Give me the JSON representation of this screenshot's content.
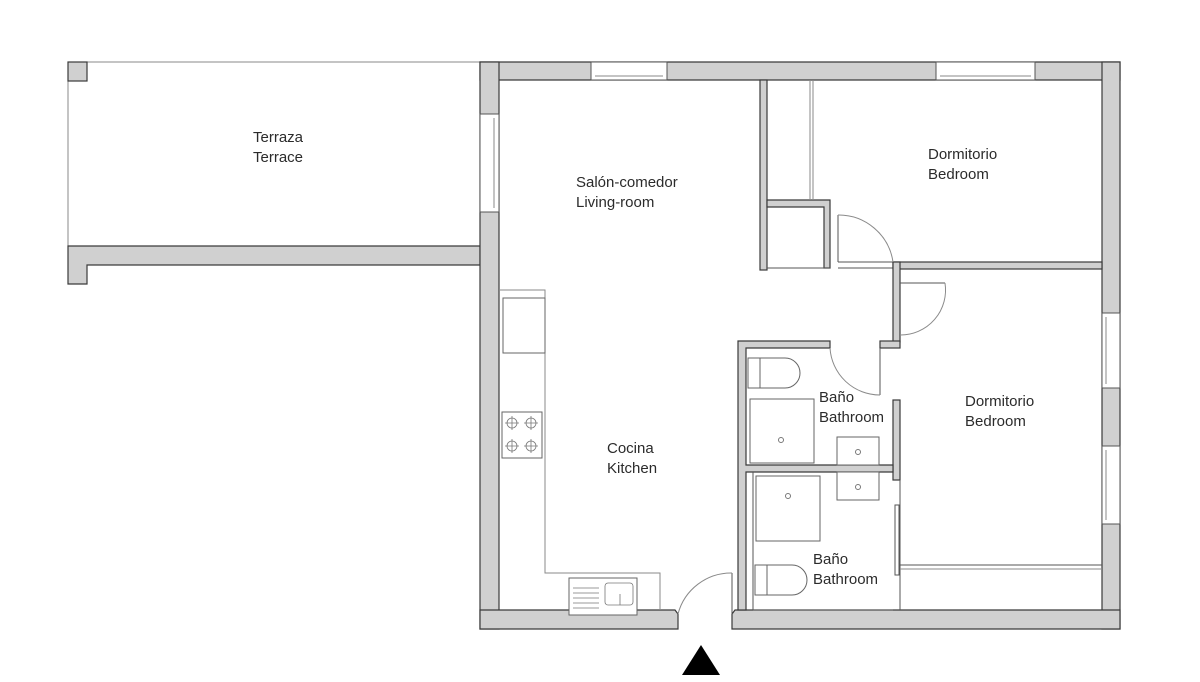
{
  "plan": {
    "colors": {
      "wall_fill": "#d0d0d0",
      "wall_stroke": "#3a3a3a",
      "background": "#ffffff",
      "text": "#2b2b2b",
      "entrance_marker": "#000000"
    },
    "rooms": [
      {
        "id": "terrace",
        "name_es": "Terraza",
        "name_en": "Terrace"
      },
      {
        "id": "living",
        "name_es": "Salón-comedor",
        "name_en": "Living-room"
      },
      {
        "id": "bedroom1",
        "name_es": "Dormitorio",
        "name_en": "Bedroom"
      },
      {
        "id": "bedroom2",
        "name_es": "Dormitorio",
        "name_en": "Bedroom"
      },
      {
        "id": "bathroom1",
        "name_es": "Baño",
        "name_en": "Bathroom"
      },
      {
        "id": "kitchen",
        "name_es": "Cocina",
        "name_en": "Kitchen"
      },
      {
        "id": "bathroom2",
        "name_es": "Baño",
        "name_en": "Bathroom"
      }
    ],
    "entrance_icon": "triangle-up-marker"
  }
}
